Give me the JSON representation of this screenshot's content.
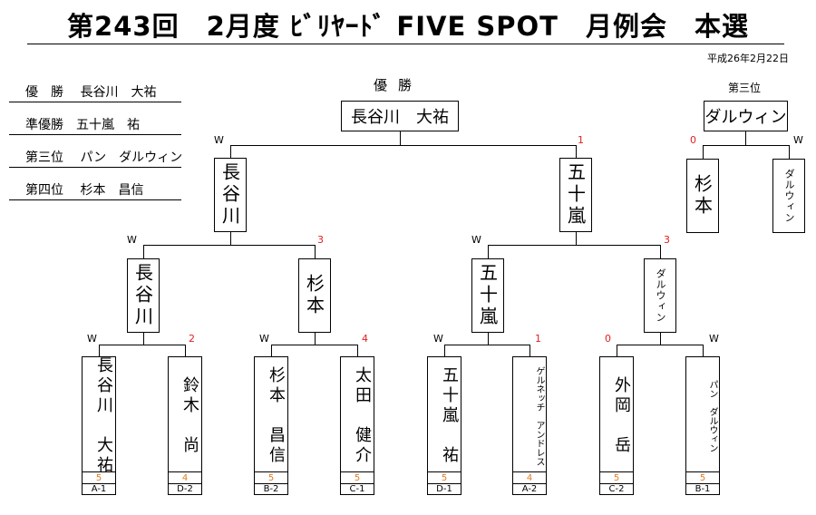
{
  "title": "第243回　2月度 ﾋﾞﾘﾔｰﾄﾞ FIVE SPOT　月例会　本選",
  "date": "平成26年2月22日",
  "results": [
    "優　勝　 長谷川　大祐",
    "準優勝　五十嵐　祐",
    "第三位　 パン　ダルウィン",
    "第四位　 杉本　昌信"
  ],
  "labels": {
    "champion": "優勝",
    "third": "第三位"
  },
  "final": {
    "winner": "長谷川　大祐",
    "left": "長谷川",
    "right": "五十嵐",
    "left_mark": "W",
    "right_mark": "1"
  },
  "third_place": {
    "winner": "ダルウィン",
    "left": "杉本",
    "right": "ダルウィン",
    "left_mark": "0",
    "right_mark": "W"
  },
  "semis": [
    {
      "top": "長谷川",
      "bottom_left": "長谷川",
      "bottom_right": "杉本",
      "left_mark": "W",
      "right_mark": "3"
    },
    {
      "top": "五十嵐",
      "bottom_left": "五十嵐",
      "bottom_right": "ダルウィン",
      "left_mark": "W",
      "right_mark": "3"
    }
  ],
  "quarter_marks": [
    {
      "left": "W",
      "right": "2"
    },
    {
      "left": "W",
      "right": "4"
    },
    {
      "left": "W",
      "right": "1"
    },
    {
      "left": "0",
      "right": "W"
    }
  ],
  "players": [
    {
      "name": "長谷川　大祐",
      "score": "5",
      "seed": "A-1"
    },
    {
      "name": "鈴木　尚",
      "score": "4",
      "seed": "D-2"
    },
    {
      "name": "杉本　昌信",
      "score": "5",
      "seed": "B-2"
    },
    {
      "name": "太田　健介",
      "score": "5",
      "seed": "C-1"
    },
    {
      "name": "五十嵐　祐",
      "score": "5",
      "seed": "D-1"
    },
    {
      "name": "ゲルネッチ　アンドレス",
      "score": "4",
      "seed": "A-2"
    },
    {
      "name": "外岡　岳",
      "score": "5",
      "seed": "C-2"
    },
    {
      "name": "パン　ダルウィン",
      "score": "5",
      "seed": "B-1"
    }
  ]
}
